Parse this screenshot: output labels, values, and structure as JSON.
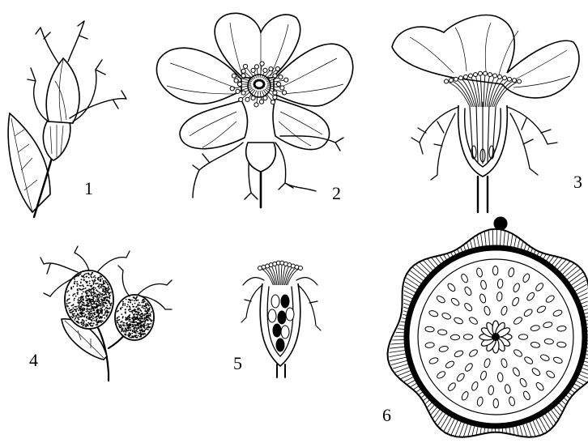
{
  "figure": {
    "labels": [
      {
        "id": "fig-1",
        "text": "1"
      },
      {
        "id": "fig-2",
        "text": "2"
      },
      {
        "id": "fig-3",
        "text": "3"
      },
      {
        "id": "fig-4",
        "text": "4"
      },
      {
        "id": "fig-5",
        "text": "5"
      },
      {
        "id": "fig-6",
        "text": "6"
      }
    ]
  },
  "colors": {
    "ink": "#000000",
    "paper": "#ffffff"
  }
}
